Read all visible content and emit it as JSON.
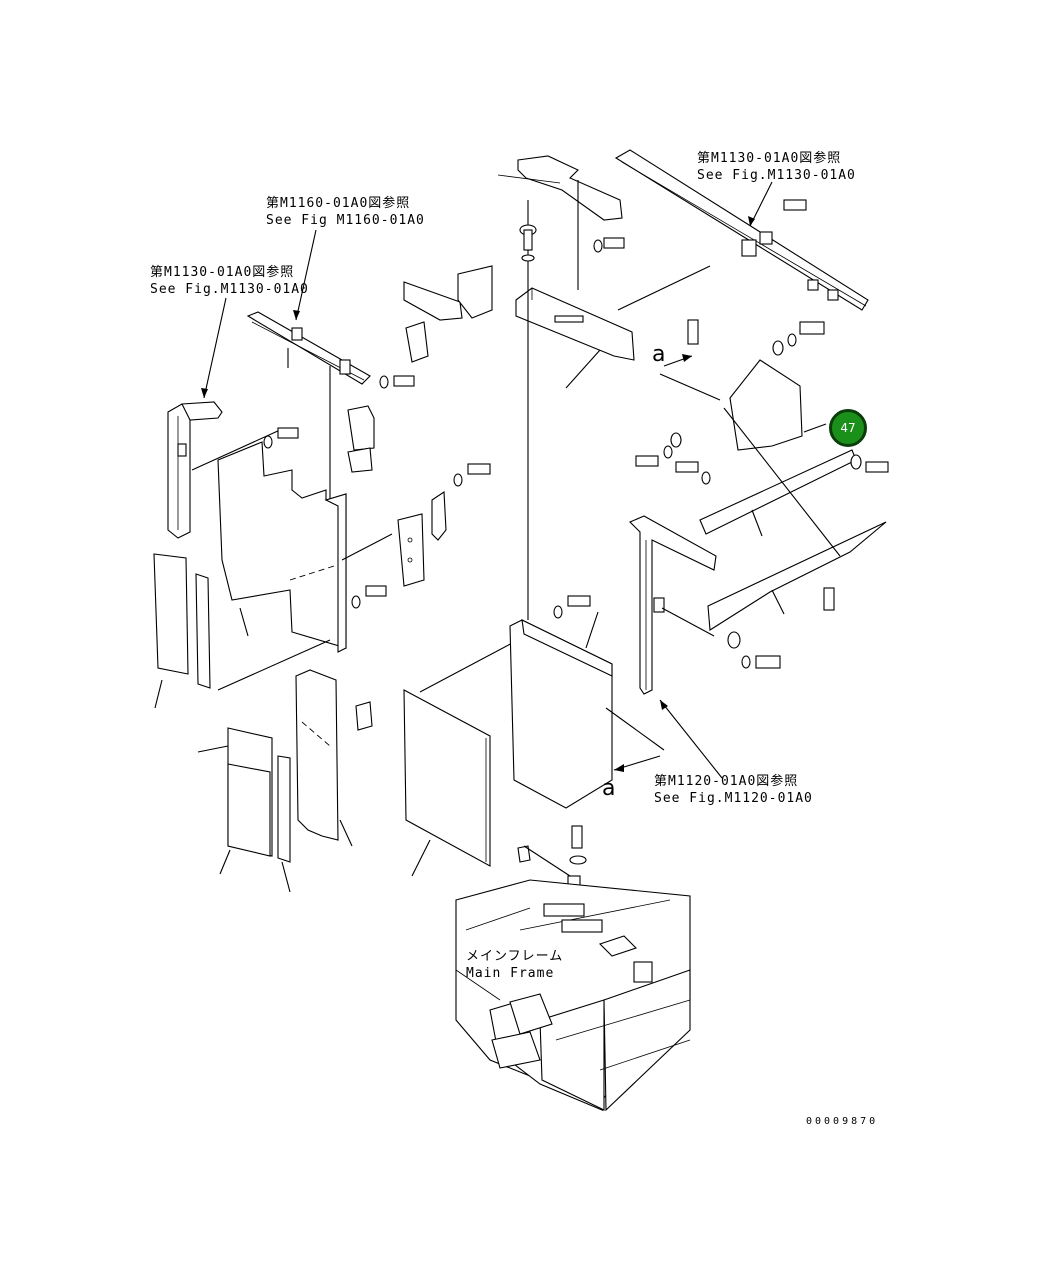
{
  "references": [
    {
      "jp": "第M1130-01A0図参照",
      "en": "See Fig.M1130-01A0"
    },
    {
      "jp": "第M1160-01A0図参照",
      "en": "See Fig M1160-01A0"
    },
    {
      "jp": "第M1130-01A0図参照",
      "en": "See Fig.M1130-01A0"
    },
    {
      "jp": "第M1120-01A0図参照",
      "en": "See Fig.M1120-01A0"
    }
  ],
  "main_frame": {
    "jp": "メインフレーム",
    "en": "Main Frame"
  },
  "view_marker": "a",
  "callout": {
    "number": "47",
    "color": "#1a8f1a"
  },
  "document_number": "00009870"
}
